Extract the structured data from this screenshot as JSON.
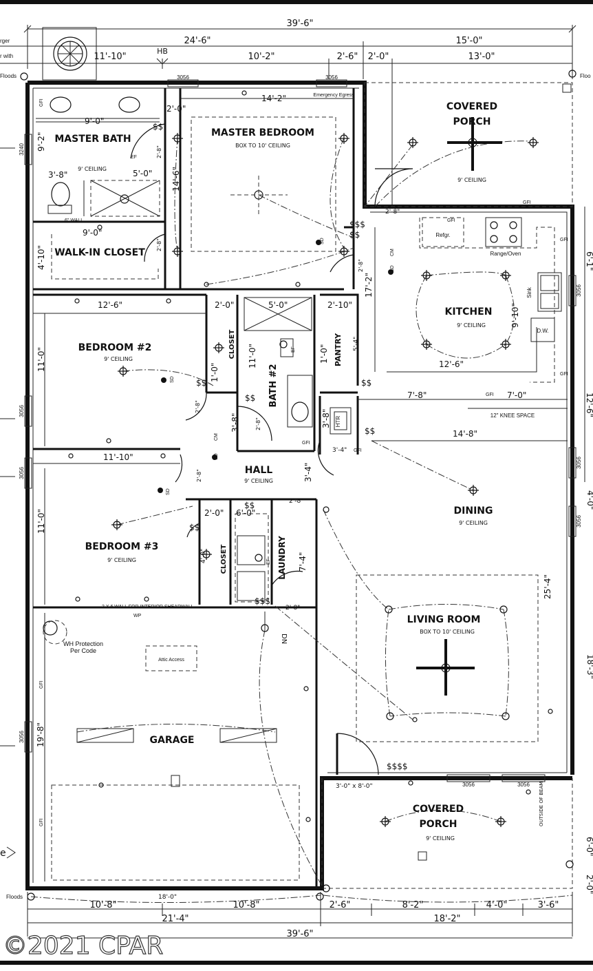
{
  "rooms": {
    "master_bath": {
      "name": "MASTER BATH",
      "ceiling": "9' CEILING"
    },
    "master_bedroom": {
      "name": "MASTER BEDROOM",
      "ceiling": "BOX TO 10' CEILING"
    },
    "walk_in_closet": {
      "name": "WALK-IN CLOSET"
    },
    "covered_porch_top": {
      "name1": "COVERED",
      "name2": "PORCH",
      "ceiling": "9' CEILING"
    },
    "kitchen": {
      "name": "KITCHEN",
      "ceiling": "9' CEILING"
    },
    "bedroom2": {
      "name": "BEDROOM #2",
      "ceiling": "9' CEILING"
    },
    "bath2": {
      "name": "BATH #2"
    },
    "pantry": {
      "name": "PANTRY"
    },
    "closet_b2": {
      "name": "CLOSET"
    },
    "hall": {
      "name": "HALL",
      "ceiling": "9' CEILING"
    },
    "bedroom3": {
      "name": "BEDROOM #3",
      "ceiling": "9' CEILING"
    },
    "closet_b3": {
      "name": "CLOSET"
    },
    "laundry": {
      "name": "LAUNDRY"
    },
    "dining": {
      "name": "DINING",
      "ceiling": "9' CEILING"
    },
    "living_room": {
      "name": "LIVING ROOM",
      "ceiling": "BOX TO 10' CEILING"
    },
    "garage": {
      "name": "GARAGE"
    },
    "covered_porch_bottom": {
      "name1": "COVERED",
      "name2": "PORCH",
      "ceiling": "9' CEILING"
    }
  },
  "notes": {
    "emergency_egress": "Emergency Egress",
    "refgr": "Refgr.",
    "range_oven": "Range/Oven",
    "sink": "Sink",
    "dw": "D.W.",
    "knee_space": "12\" KNEE SPACE",
    "wh_protection": "WH Protection",
    "per_code": "Per Code",
    "attic_access": "Attic Access",
    "wall_note": "2 X 6 WALL FOR INTERIOR SHEARWALL",
    "six_wall": "6\" WALL",
    "hb": "HB",
    "floods_left": "Floods",
    "floods_right": "Floo",
    "floods_top": "Floods",
    "dn": "DN",
    "htr": "HTR",
    "garage_door": "3'-0\" x 8'-0\"",
    "outside_beam": "OUTSIDE OF BEAM",
    "edge_top1": "rger",
    "edge_top2": "r with",
    "edge_mark": "e",
    "sd": "SD",
    "cm": "CM",
    "ef": "EF",
    "gfi": "GFI",
    "wp": "WP"
  },
  "windows": {
    "w3056": "3056",
    "w3240": "3240"
  },
  "dims": {
    "overall_top": "39'-6\"",
    "top_24_6": "24'-6\"",
    "top_15_0": "15'-0\"",
    "top_11_10": "11'-10\"",
    "top_10_2": "10'-2\"",
    "top_2_6": "2'-6\"",
    "top_2_0": "2'-0\"",
    "top_13_0": "13'-0\"",
    "mb_14_2": "14'-2\"",
    "mb_14_6": "14'-6\"",
    "bath_9_0": "9'-0\"",
    "bath_9_2": "9'-2\"",
    "bath_2_0": "2'-0\"",
    "bath_3_8": "3'-8\"",
    "bath_5_0": "5'-0\"",
    "closet_9_0": "9'-0\"",
    "closet_4_10": "4'-10\"",
    "d2_8": "2'-8\"",
    "kitchen_17_2": "17'-2\"",
    "kitchen_9_10": "9'-10\"",
    "kitchen_12_6": "12'-6\"",
    "kitchen_6_1": "6'-1\"",
    "b2_12_6": "12'-6\"",
    "b2_11_0": "11'-0\"",
    "b2_2_0": "2'-0\"",
    "b2_1_0": "1'-0\"",
    "bath2_5_0": "5'-0\"",
    "bath2_11_0": "11'-0\"",
    "pantry_2_10": "2'-10\"",
    "pantry_1_0": "1'-0\"",
    "pantry_5_4": "5'-4\"",
    "k_7_8": "7'-8\"",
    "k_7_0": "7'-0\"",
    "k_14_8": "14'-8\"",
    "k_12_6_right": "12'-6\"",
    "hall_3_8": "3'-8\"",
    "hall_3_4": "3'-4\"",
    "htr_3_8": "3'-8\"",
    "htr_3_4": "3'-4\"",
    "b3_11_10": "11'-10\"",
    "b3_11_0": "11'-0\"",
    "b3_2_0": "2'-0\"",
    "b3_6_0": "6'-0\"",
    "b3_4_0": "4'-0\"",
    "laundry_7_4": "7'-4\"",
    "dining_4_0": "4'-0\"",
    "living_25_4": "25'-4\"",
    "living_18_3": "18'-3\"",
    "garage_19_8": "19'-8\"",
    "garage_18_0": "18'-0\"",
    "porch_6_0": "6'-0\"",
    "porch_2_0": "2'-0\"",
    "bot_10_8a": "10'-8\"",
    "bot_10_8b": "10'-8\"",
    "bot_2_6": "2'-6\"",
    "bot_8_2": "8'-2\"",
    "bot_4_0": "4'-0\"",
    "bot_3_6": "3'-6\"",
    "bot_21_4": "21'-4\"",
    "bot_18_2": "18'-2\"",
    "bot_overall": "39'-6\""
  },
  "watermark": "©2021 CPAR"
}
